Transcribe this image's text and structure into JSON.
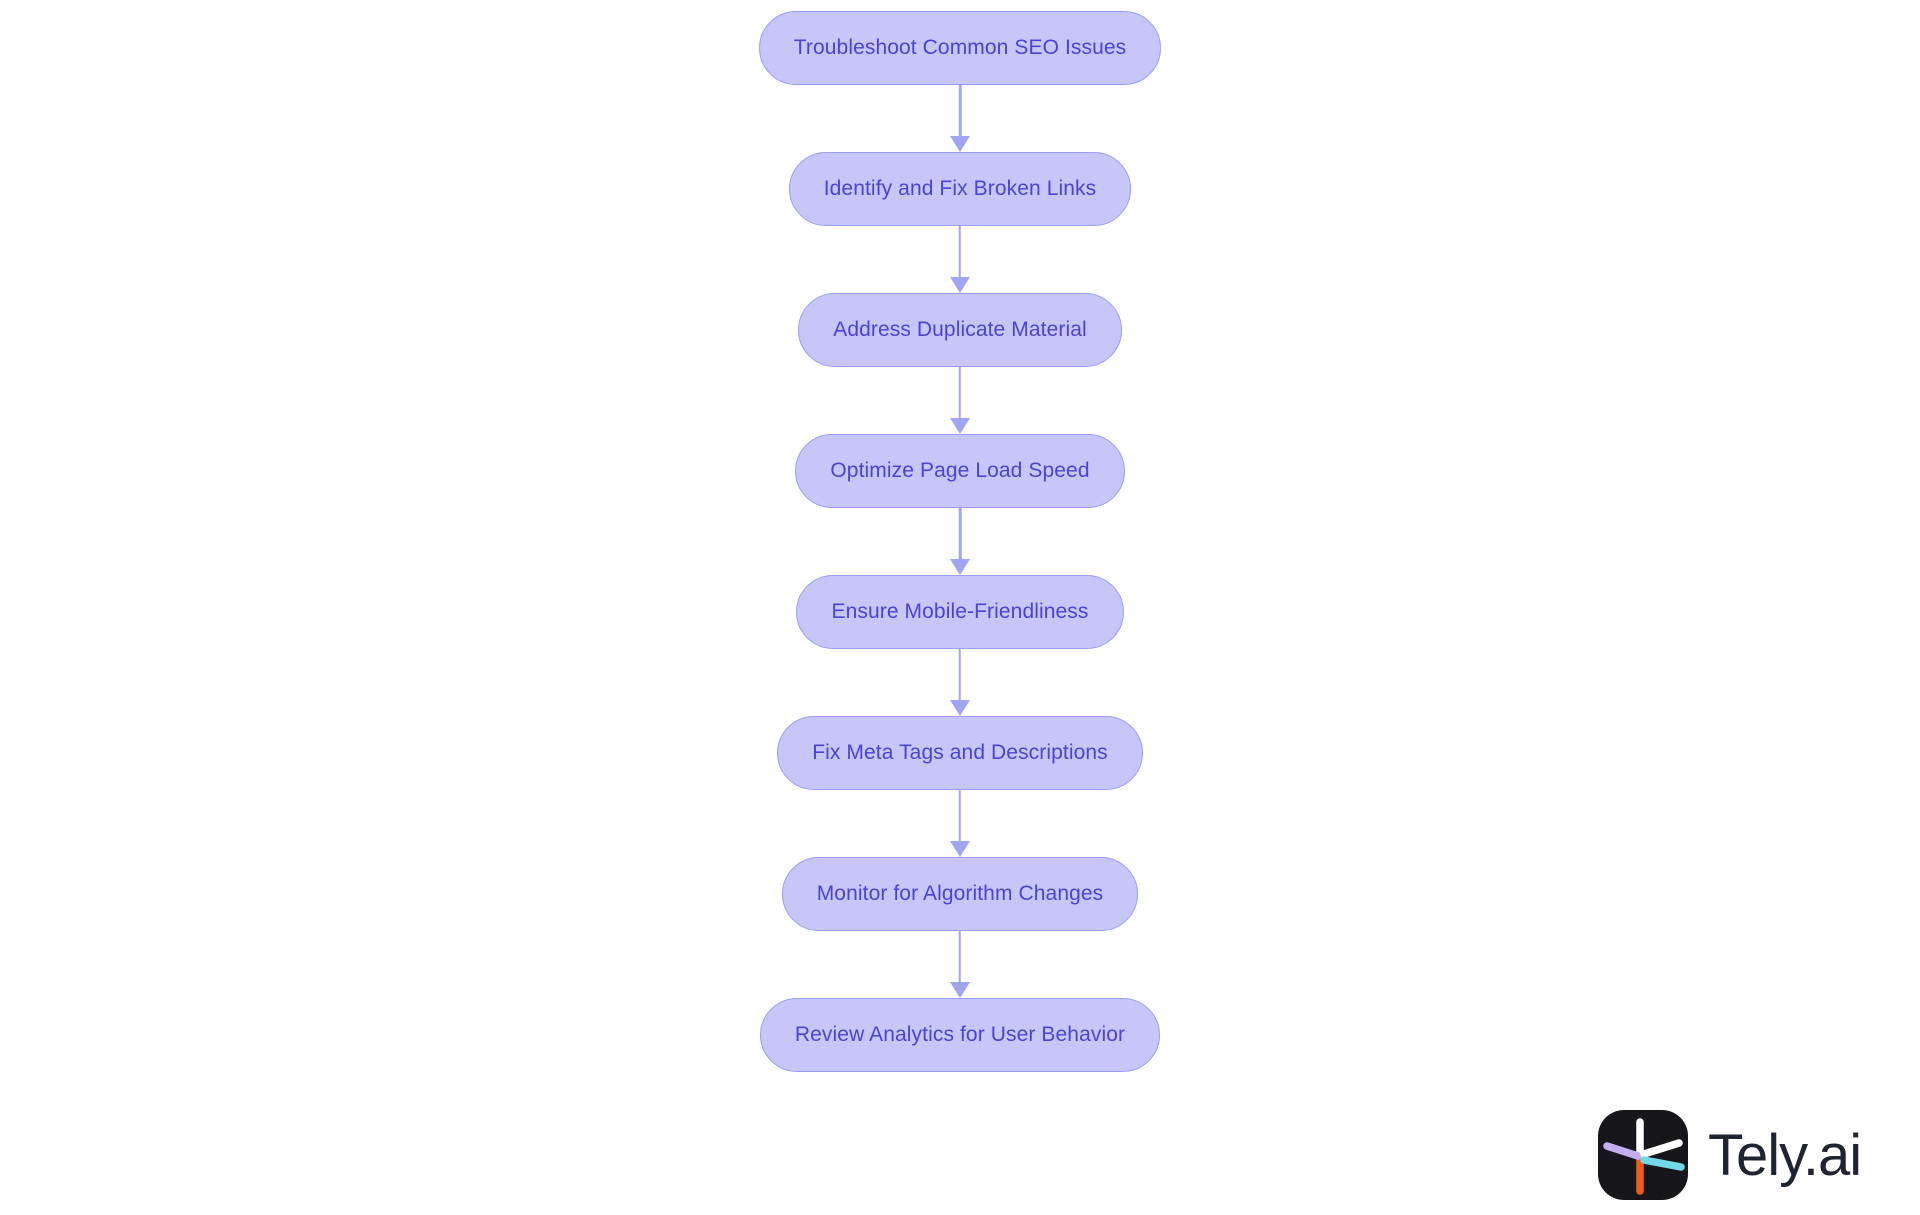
{
  "chart_data": {
    "type": "flowchart",
    "direction": "top-down",
    "steps": [
      "Troubleshoot Common SEO Issues",
      "Identify and Fix Broken Links",
      "Address Duplicate Material",
      "Optimize Page Load Speed",
      "Ensure Mobile-Friendliness",
      "Fix Meta Tags and Descriptions",
      "Monitor for Algorithm Changes",
      "Review Analytics for User Behavior"
    ]
  },
  "flowchart": {
    "nodes": [
      {
        "label": "Troubleshoot Common SEO Issues"
      },
      {
        "label": "Identify and Fix Broken Links"
      },
      {
        "label": "Address Duplicate Material"
      },
      {
        "label": "Optimize Page Load Speed"
      },
      {
        "label": "Ensure Mobile-Friendliness"
      },
      {
        "label": "Fix Meta Tags and Descriptions"
      },
      {
        "label": "Monitor for Algorithm Changes"
      },
      {
        "label": "Review Analytics for User Behavior"
      }
    ],
    "node_fill": "#c6c7f8",
    "node_border": "#9a9df1",
    "node_text_color": "#4a44d4",
    "arrow_color": "#a0a4f1"
  },
  "branding": {
    "logo_text": "Tely.ai",
    "logo_icon": "asterisk-spokes-icon",
    "text_color": "#1f2430",
    "icon_colors": {
      "background": "#17171b",
      "white_spokes": "#ffffff",
      "orange_spoke": "#f25c19",
      "lavender_spoke": "#c3aef2",
      "cyan_spoke": "#72d9e6"
    }
  }
}
